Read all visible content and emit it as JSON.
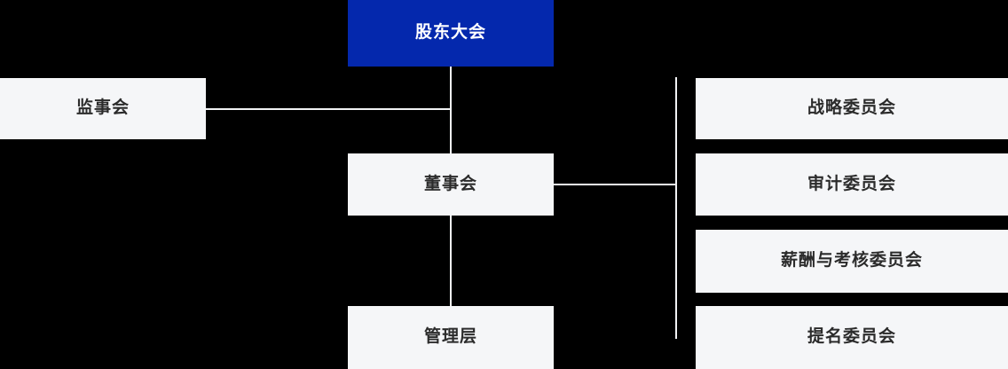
{
  "chart": {
    "type": "org-chart",
    "title": "",
    "background_color": "#000000",
    "node_fill": "#f5f6f8",
    "node_text_color": "#2b2b2b",
    "root_fill": "#0428ad",
    "root_text_color": "#ffffff",
    "connector_color": "#f1f2f4"
  },
  "nodes": {
    "shareholders": {
      "label": "股东大会",
      "level": 0
    },
    "supervisors": {
      "label": "监事会",
      "level": 1
    },
    "board": {
      "label": "董事会",
      "level": 1
    },
    "management": {
      "label": "管理层",
      "level": 2
    },
    "strategy": {
      "label": "战略委员会",
      "level": 2
    },
    "audit": {
      "label": "审计委员会",
      "level": 2
    },
    "remuneration": {
      "label": "薪酬与考核委员会",
      "level": 2
    },
    "nomination": {
      "label": "提名委员会",
      "level": 2
    }
  },
  "edges": [
    {
      "from": "shareholders",
      "to": "board"
    },
    {
      "from": "shareholders",
      "to": "supervisors"
    },
    {
      "from": "board",
      "to": "management"
    },
    {
      "from": "board",
      "to": "strategy"
    },
    {
      "from": "board",
      "to": "audit"
    },
    {
      "from": "board",
      "to": "remuneration"
    },
    {
      "from": "board",
      "to": "nomination"
    }
  ]
}
